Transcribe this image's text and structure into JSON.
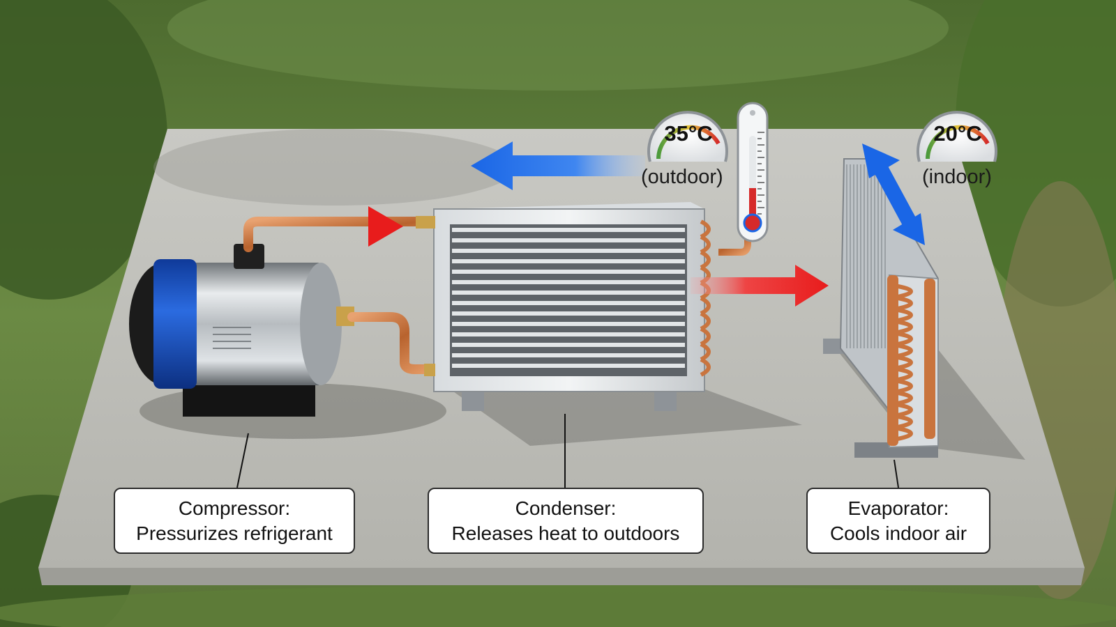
{
  "gauges": {
    "outdoor": {
      "value": "35°C",
      "caption": "(outdoor)"
    },
    "indoor": {
      "value": "20°C",
      "caption": "(indoor)"
    }
  },
  "labels": {
    "compressor": {
      "title": "Compressor:",
      "description": "Pressurizes refrigerant"
    },
    "condenser": {
      "title": "Condenser:",
      "description": "Releases heat to outdoors"
    },
    "evaporator": {
      "title": "Evaporator:",
      "description": "Cools indoor air"
    }
  },
  "colors": {
    "hot_arrow": "#e81c1c",
    "cool_arrow": "#1a66e6",
    "copper": "#c9743e",
    "compressor_band": "#1d56c8"
  },
  "icons": [
    "blue-arrow-icon",
    "red-arrow-icon",
    "thermometer-icon",
    "gauge-icon"
  ]
}
